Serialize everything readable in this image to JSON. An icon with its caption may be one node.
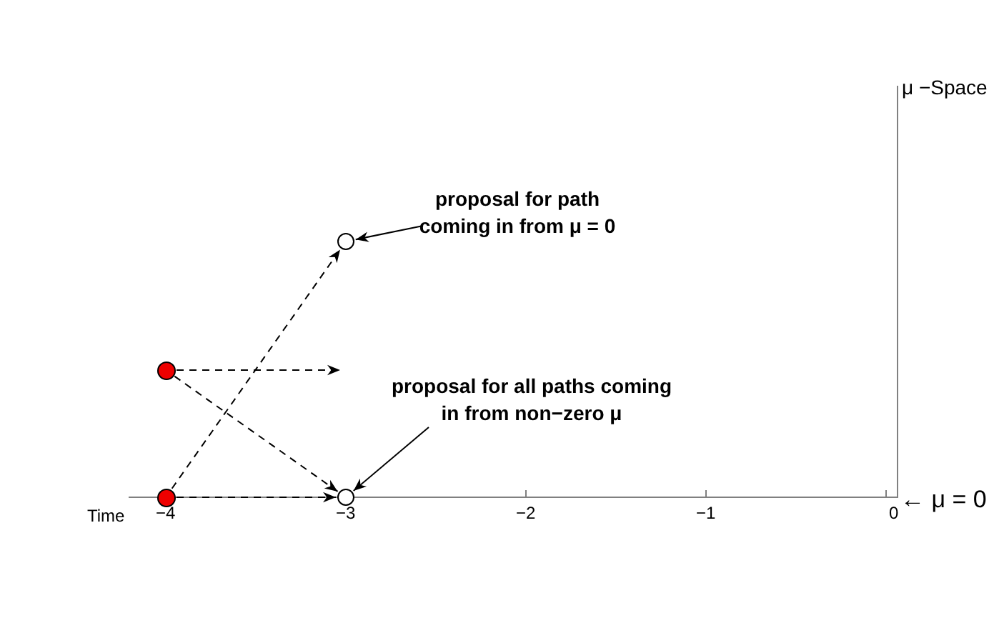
{
  "diagram": {
    "nodes": [
      {
        "text": [
          "proposal for path coming in from μ = 0"
        ]
      },
      {
        "text": [],
        "shape": "circle"
      },
      {
        "text": [],
        "shape": "circle"
      },
      {
        "text": [
          "proposal for all paths coming in from non−zero μ"
        ]
      },
      {
        "text": [],
        "shape": "circle"
      },
      {
        "text": [],
        "shape": "circle"
      }
    ],
    "edges": [
      {
        "from": 4,
        "to": 1,
        "arrow": "to",
        "style": "dashed"
      },
      {
        "from": 2,
        "to": null,
        "arrow": "to",
        "style": "dashed"
      },
      {
        "from": 2,
        "to": 5,
        "arrow": "to",
        "style": "dashed"
      },
      {
        "from": 4,
        "to": 5,
        "arrow": "to",
        "style": "dashed"
      },
      {
        "from": 0,
        "to": 1,
        "arrow": "to"
      },
      {
        "from": 3,
        "to": 5,
        "arrow": "to"
      }
    ],
    "labels": [
      "μ −Space",
      "Time",
      "−4",
      "−3",
      "−2",
      "−1",
      "0",
      "← μ = 0"
    ]
  }
}
